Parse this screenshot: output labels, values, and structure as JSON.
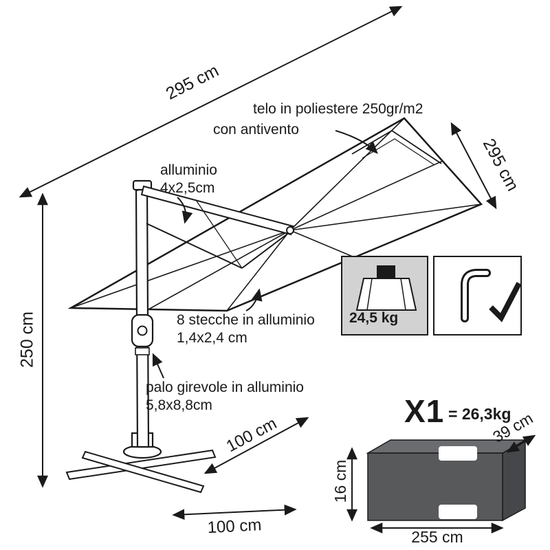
{
  "colors": {
    "line": "#1a1a1a",
    "panel_gray": "#d2d2d3",
    "package_front": "#58595b",
    "package_top": "#6b6c6f",
    "package_side": "#46474a"
  },
  "umbrella": {
    "dimensions": {
      "canopy_width": "295 cm",
      "canopy_depth": "295 cm",
      "total_height": "250 cm",
      "base_depth": "100 cm",
      "base_width": "100 cm"
    },
    "callouts": {
      "canopy": {
        "line1": "telo in poliestere 250gr/m2",
        "line2": "con antivento"
      },
      "arm": {
        "line1": "alluminio",
        "line2": "4x2,5cm"
      },
      "ribs": {
        "line1": "8 stecche in alluminio",
        "line2": "1,4x2,4 cm"
      },
      "pole": {
        "line1": "palo girevole in alluminio",
        "line2": "5,8x8,8cm"
      }
    },
    "weight": "24,5 kg"
  },
  "features": {
    "weight_icon": "package-weight-platform",
    "tool_icon": "allen-key",
    "included_icon": "checkmark"
  },
  "package": {
    "quantity": "X1",
    "weight": "= 26,3kg",
    "depth": "39 cm",
    "height": "16 cm",
    "width": "255 cm"
  }
}
